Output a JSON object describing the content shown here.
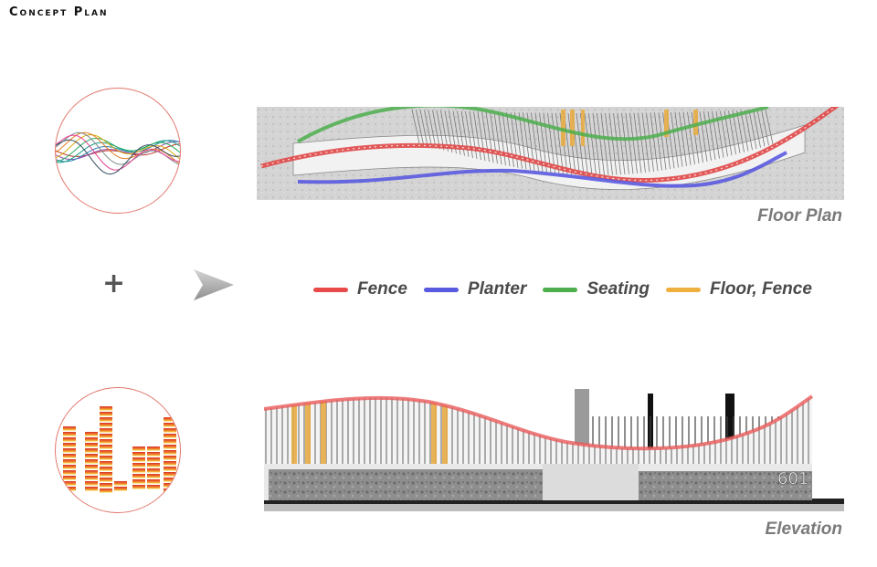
{
  "page": {
    "title": "Concept Plan"
  },
  "floor_plan": {
    "caption": "Floor Plan"
  },
  "elevation": {
    "caption": "Elevation",
    "building_number": "601"
  },
  "operators": {
    "plus": "+"
  },
  "legend": [
    {
      "label": "Fence",
      "color": "#e84a4a"
    },
    {
      "label": "Planter",
      "color": "#5a5ae0"
    },
    {
      "label": "Seating",
      "color": "#4cae4c"
    },
    {
      "label": "Floor, Fence",
      "color": "#f0b040"
    }
  ],
  "icons": {
    "waveform_icon": "multicolor-sound-waves-icon",
    "equalizer_icon": "equalizer-bars-icon",
    "arrow_icon": "right-arrow-icon"
  }
}
